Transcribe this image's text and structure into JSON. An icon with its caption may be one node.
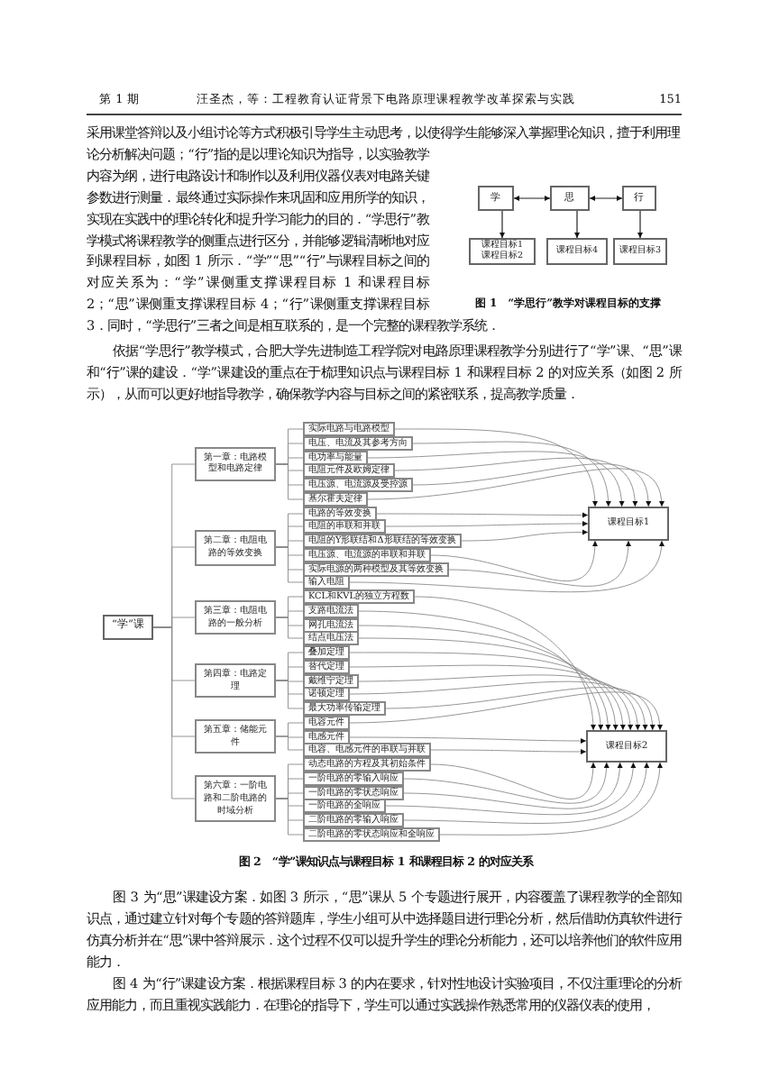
{
  "diagram": {
    "nodes": [
      {
        "text": [
          "学"
        ]
      },
      {
        "text": [
          "思"
        ]
      },
      {
        "text": [
          "行"
        ]
      },
      {
        "text": [
          "课程目标1",
          "课程目标2"
        ]
      },
      {
        "text": [
          "课程目标4"
        ]
      },
      {
        "text": [
          "课程目标3"
        ]
      },
      {
        "text": [
          "“学”课"
        ]
      },
      {
        "text": [
          "第一章：电路模型和电路定律"
        ]
      },
      {
        "text": [
          "实际电路与电路模型"
        ]
      },
      {
        "text": [
          "电压、电流及其参考方向"
        ]
      },
      {
        "text": [
          "电功率与能量"
        ]
      },
      {
        "text": [
          "电阻元件及欧姆定律"
        ]
      },
      {
        "text": [
          "电压源、电流源及受控源"
        ]
      },
      {
        "text": [
          "基尔霍夫定律"
        ]
      },
      {
        "text": [
          "第二章：电阻电路的等效变换"
        ]
      },
      {
        "text": [
          "电路的等效变换"
        ]
      },
      {
        "text": [
          "电阻的串联和并联"
        ]
      },
      {
        "text": [
          "电阻的Y形联结和Δ形联结的等效变换"
        ]
      },
      {
        "text": [
          "电压源、电流源的串联和并联"
        ]
      },
      {
        "text": [
          "实际电源的两种模型及其等效变换"
        ]
      },
      {
        "text": [
          "输入电阻"
        ]
      },
      {
        "text": [
          "第三章：电阻电路的一般分析"
        ]
      },
      {
        "text": [
          "KCL和KVL的独立方程数"
        ]
      },
      {
        "text": [
          "支路电流法"
        ]
      },
      {
        "text": [
          "网孔电流法"
        ]
      },
      {
        "text": [
          "结点电压法"
        ]
      },
      {
        "text": [
          "第四章：电路定理"
        ]
      },
      {
        "text": [
          "叠加定理"
        ]
      },
      {
        "text": [
          "替代定理"
        ]
      },
      {
        "text": [
          "戴维宁定理"
        ]
      },
      {
        "text": [
          "诺顿定理"
        ]
      },
      {
        "text": [
          "最大功率传输定理"
        ]
      },
      {
        "text": [
          "第五章：储能元件"
        ]
      },
      {
        "text": [
          "电容元件"
        ]
      },
      {
        "text": [
          "电感元件"
        ]
      },
      {
        "text": [
          "电容、电感元件的串联与并联"
        ]
      },
      {
        "text": [
          "第六章：一阶电路和二阶电路的时域分析"
        ]
      },
      {
        "text": [
          "动态电路的方程及其初始条件"
        ]
      },
      {
        "text": [
          "一阶电路的零输入响应"
        ]
      },
      {
        "text": [
          "一阶电路的零状态响应"
        ]
      },
      {
        "text": [
          "一阶电路的全响应"
        ]
      },
      {
        "text": [
          "二阶电路的零输入响应"
        ]
      },
      {
        "text": [
          "二阶电路的零状态响应和全响应"
        ]
      },
      {
        "text": [
          "课程目标1"
        ]
      },
      {
        "text": [
          "课程目标2"
        ]
      }
    ],
    "edges": [
      {
        "from": 0,
        "to": 1,
        "arrow": "both",
        "color": "#222222"
      },
      {
        "from": 1,
        "to": 2,
        "arrow": "both",
        "color": "#222222"
      },
      {
        "from": 0,
        "to": 3,
        "arrow": "to",
        "color": "#222222"
      },
      {
        "from": 1,
        "to": 4,
        "arrow": "to",
        "color": "#222222"
      },
      {
        "from": 2,
        "to": 5,
        "arrow": "to",
        "color": "#222222"
      },
      {
        "from": 6,
        "to": 7,
        "arrow": "none"
      },
      {
        "from": 6,
        "to": 14,
        "arrow": "none"
      },
      {
        "from": 6,
        "to": 21,
        "arrow": "none"
      },
      {
        "from": 6,
        "to": 26,
        "arrow": "none"
      },
      {
        "from": 6,
        "to": 32,
        "arrow": "none"
      },
      {
        "from": 6,
        "to": 36,
        "arrow": "none"
      },
      {
        "from": 7,
        "to": 8,
        "arrow": "none"
      },
      {
        "from": 7,
        "to": 9,
        "arrow": "none"
      },
      {
        "from": 7,
        "to": 10,
        "arrow": "none"
      },
      {
        "from": 7,
        "to": 11,
        "arrow": "none"
      },
      {
        "from": 7,
        "to": 12,
        "arrow": "none"
      },
      {
        "from": 7,
        "to": 13,
        "arrow": "none"
      },
      {
        "from": 14,
        "to": 15,
        "arrow": "none"
      },
      {
        "from": 14,
        "to": 16,
        "arrow": "none"
      },
      {
        "from": 14,
        "to": 17,
        "arrow": "none"
      },
      {
        "from": 14,
        "to": 18,
        "arrow": "none"
      },
      {
        "from": 14,
        "to": 19,
        "arrow": "none"
      },
      {
        "from": 14,
        "to": 20,
        "arrow": "none"
      },
      {
        "from": 21,
        "to": 22,
        "arrow": "none"
      },
      {
        "from": 21,
        "to": 23,
        "arrow": "none"
      },
      {
        "from": 21,
        "to": 24,
        "arrow": "none"
      },
      {
        "from": 21,
        "to": 25,
        "arrow": "none"
      },
      {
        "from": 26,
        "to": 27,
        "arrow": "none"
      },
      {
        "from": 26,
        "to": 28,
        "arrow": "none"
      },
      {
        "from": 26,
        "to": 29,
        "arrow": "none"
      },
      {
        "from": 26,
        "to": 30,
        "arrow": "none"
      },
      {
        "from": 26,
        "to": 31,
        "arrow": "none"
      },
      {
        "from": 32,
        "to": 33,
        "arrow": "none"
      },
      {
        "from": 32,
        "to": 34,
        "arrow": "none"
      },
      {
        "from": 32,
        "to": 35,
        "arrow": "none"
      },
      {
        "from": 36,
        "to": 37,
        "arrow": "none"
      },
      {
        "from": 36,
        "to": 38,
        "arrow": "none"
      },
      {
        "from": 36,
        "to": 39,
        "arrow": "none"
      },
      {
        "from": 36,
        "to": 40,
        "arrow": "none"
      },
      {
        "from": 36,
        "to": 41,
        "arrow": "none"
      },
      {
        "from": 36,
        "to": 42,
        "arrow": "none"
      },
      {
        "from": 8,
        "to": 43,
        "arrow": "to"
      },
      {
        "from": 9,
        "to": 43,
        "arrow": "to"
      },
      {
        "from": 10,
        "to": 43,
        "arrow": "to"
      },
      {
        "from": 11,
        "to": 43,
        "arrow": "to"
      },
      {
        "from": 12,
        "to": 43,
        "arrow": "to"
      },
      {
        "from": 13,
        "to": 43,
        "arrow": "to"
      },
      {
        "from": 15,
        "to": 43,
        "arrow": "to"
      },
      {
        "from": 16,
        "to": 43,
        "arrow": "to"
      },
      {
        "from": 17,
        "to": 43,
        "arrow": "to"
      },
      {
        "from": 18,
        "to": 43,
        "arrow": "to"
      },
      {
        "from": 19,
        "to": 43,
        "arrow": "to"
      },
      {
        "from": 20,
        "to": 43,
        "arrow": "to"
      },
      {
        "from": 22,
        "to": 44,
        "arrow": "to"
      },
      {
        "from": 23,
        "to": 44,
        "arrow": "to"
      },
      {
        "from": 24,
        "to": 44,
        "arrow": "to"
      },
      {
        "from": 25,
        "to": 44,
        "arrow": "to"
      },
      {
        "from": 27,
        "to": 44,
        "arrow": "to"
      },
      {
        "from": 28,
        "to": 44,
        "arrow": "to"
      },
      {
        "from": 29,
        "to": 44,
        "arrow": "to"
      },
      {
        "from": 30,
        "to": 44,
        "arrow": "to"
      },
      {
        "from": 31,
        "to": 44,
        "arrow": "to"
      },
      {
        "from": 33,
        "to": 44,
        "arrow": "to"
      },
      {
        "from": 34,
        "to": 44,
        "arrow": "to"
      },
      {
        "from": 35,
        "to": 44,
        "arrow": "to"
      },
      {
        "from": 37,
        "to": 44,
        "arrow": "to"
      },
      {
        "from": 38,
        "to": 44,
        "arrow": "to"
      },
      {
        "from": 39,
        "to": 44,
        "arrow": "to"
      },
      {
        "from": 40,
        "to": 44,
        "arrow": "to"
      },
      {
        "from": 41,
        "to": 44,
        "arrow": "to"
      },
      {
        "from": 42,
        "to": 44,
        "arrow": "to"
      }
    ],
    "labels": [
      "第 1 期",
      "汪圣杰，等：工程教育认证背景下电路原理课程教学改革探索与实践",
      "151",
      "采用课堂答辩以及小组讨论等方式积极引导学生主动思考，以使得学生能够深入掌握理论知识，擅于利用理论分析解决问题；“行”指的是以理论知识为指导，以实验教学内容为纲，进行电路设计和制作以及利用仪器仪表对电路关键参数进行测量．最终通过实际操作来巩固和应用所学的知识，实现在实践中的理论转化和提升学习能力的目的．“学思行”教学模式将课程教学的侧重点进行区分，并能够逻辑清晰地对应到课程目标，如图 1 所示．“学”“思”“行”与课程目标之间的对应关系为：“学”课侧重支撑课程目标 1 和课程目标 2；“思”课侧重支撑课程目标 4；“行”课侧重支撑课程目标 3．同时，“学思行”三者之间是相互联系的，是一个完整的课程教学系统．",
      "图 1　“学思行”教学对课程目标的支撑",
      "依据“学思行”教学模式，合肥大学先进制造工程学院对电路原理课程教学分别进行了“学”课、“思”课和“行”课的建设．“学”课建设的重点在于梳理知识点与课程目标 1 和课程目标 2 的对应关系（如图 2 所示），从而可以更好地指导教学，确保教学内容与目标之间的紧密联系，提高教学质量．",
      "图 2　“学”课知识点与课程目标 1 和课程目标 2 的对应关系",
      "图 3 为“思”课建设方案．如图 3 所示，“思”课从 5 个专题进行展开，内容覆盖了课程教学的全部知识点，通过建立针对每个专题的答辩题库，学生小组可从中选择题目进行理论分析，然后借助仿真软件进行仿真分析并在“思”课中答辩展示．这个过程不仅可以提升学生的理论分析能力，还可以培养他们的软件应用能力．",
      "图 4 为“行”课建设方案．根据课程目标 3 的内在要求，针对性地设计实验项目，不仅注重理论的分析应用能力，而且重视实践能力．在理论的指导下，学生可以通过实践操作熟悉常用的仪器仪表的使用，"
    ]
  }
}
